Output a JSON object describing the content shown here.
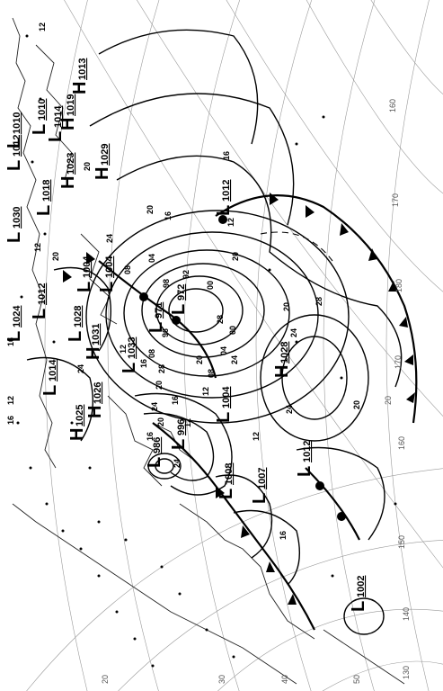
{
  "map": {
    "type": "surface-weather-analysis",
    "orientation": "rotated-90",
    "pressure_centers": [
      {
        "kind": "L",
        "value": "1010"
      },
      {
        "kind": "L",
        "value": "1012"
      },
      {
        "kind": "H",
        "value": "1019"
      },
      {
        "kind": "H",
        "value": "1013"
      },
      {
        "kind": "L",
        "value": "1014"
      },
      {
        "kind": "L",
        "value": "1010"
      },
      {
        "kind": "H",
        "value": "1023"
      },
      {
        "kind": "L",
        "value": "1018"
      },
      {
        "kind": "H",
        "value": "1029"
      },
      {
        "kind": "L",
        "value": "1012"
      },
      {
        "kind": "L",
        "value": "1030"
      },
      {
        "kind": "L",
        "value": "1004"
      },
      {
        "kind": "L",
        "value": "1004"
      },
      {
        "kind": "L",
        "value": "1012"
      },
      {
        "kind": "L",
        "value": "1024"
      },
      {
        "kind": "L",
        "value": "1028"
      },
      {
        "kind": "L",
        "value": "971"
      },
      {
        "kind": "L",
        "value": "972"
      },
      {
        "kind": "H",
        "value": "1031"
      },
      {
        "kind": "L",
        "value": "1033"
      },
      {
        "kind": "L",
        "value": "1014"
      },
      {
        "kind": "H",
        "value": "1026"
      },
      {
        "kind": "H",
        "value": "1025"
      },
      {
        "kind": "H",
        "value": "1028"
      },
      {
        "kind": "L",
        "value": "1004"
      },
      {
        "kind": "L",
        "value": "996"
      },
      {
        "kind": "L",
        "value": "986"
      },
      {
        "kind": "L",
        "value": "1008"
      },
      {
        "kind": "L",
        "value": "1007"
      },
      {
        "kind": "L",
        "value": "1012"
      },
      {
        "kind": "L",
        "value": "1002"
      }
    ],
    "isobar_labels": [
      "12",
      "20",
      "16",
      "20",
      "24",
      "08",
      "04",
      "98",
      "92",
      "00",
      "96",
      "00",
      "04",
      "08",
      "12",
      "20",
      "24",
      "16",
      "12",
      "08",
      "24",
      "28",
      "20",
      "16",
      "12",
      "24",
      "20",
      "16",
      "24",
      "16",
      "12",
      "20",
      "28",
      "24",
      "12",
      "16",
      "20",
      "12",
      "16",
      "16",
      "12",
      "20",
      "24",
      "28",
      "20"
    ],
    "coordinate_labels": [
      "160",
      "170",
      "180",
      "170",
      "160",
      "150",
      "140",
      "130",
      "20",
      "20",
      "30",
      "40",
      "50"
    ]
  }
}
